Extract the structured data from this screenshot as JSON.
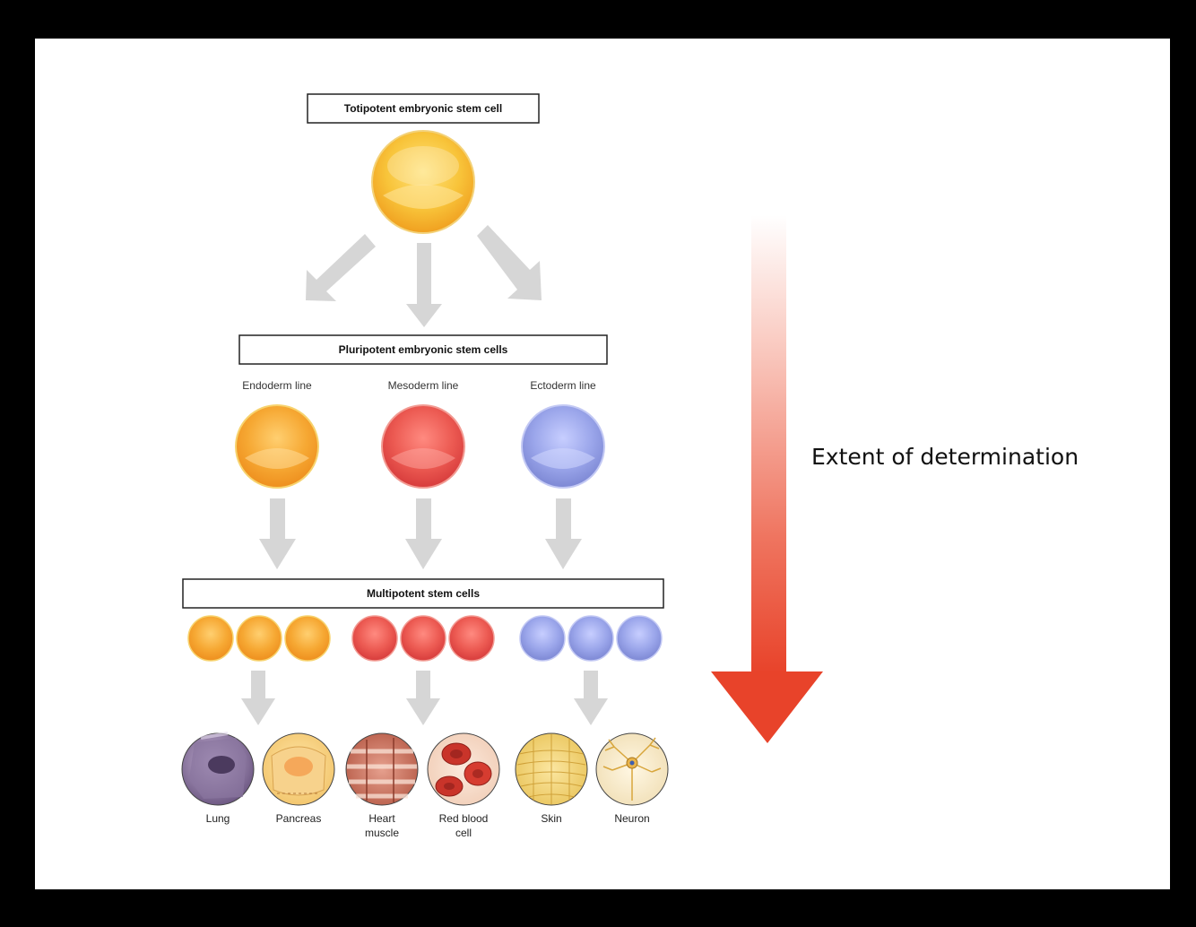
{
  "titles": {
    "totipotent": "Totipotent embryonic stem cell",
    "pluripotent": "Pluripotent embryonic stem cells",
    "multipotent": "Multipotent stem cells"
  },
  "lines": {
    "endoderm": "Endoderm line",
    "mesoderm": "Mesoderm line",
    "ectoderm": "Ectoderm line"
  },
  "cells": {
    "lung": "Lung",
    "pancreas": "Pancreas",
    "heart_1": "Heart",
    "heart_2": "muscle",
    "rbc_1": "Red blood",
    "rbc_2": "cell",
    "skin": "Skin",
    "neuron": "Neuron"
  },
  "side_label": "Extent of determination",
  "colors": {
    "slide_bg": "#ffffff",
    "frame": "#000000",
    "endoderm": "#f5a623",
    "mesoderm": "#e84a4a",
    "ectoderm": "#8e9ae0",
    "process_arrow": "#d3d3d3",
    "determination_arrow": "#e8432a"
  }
}
